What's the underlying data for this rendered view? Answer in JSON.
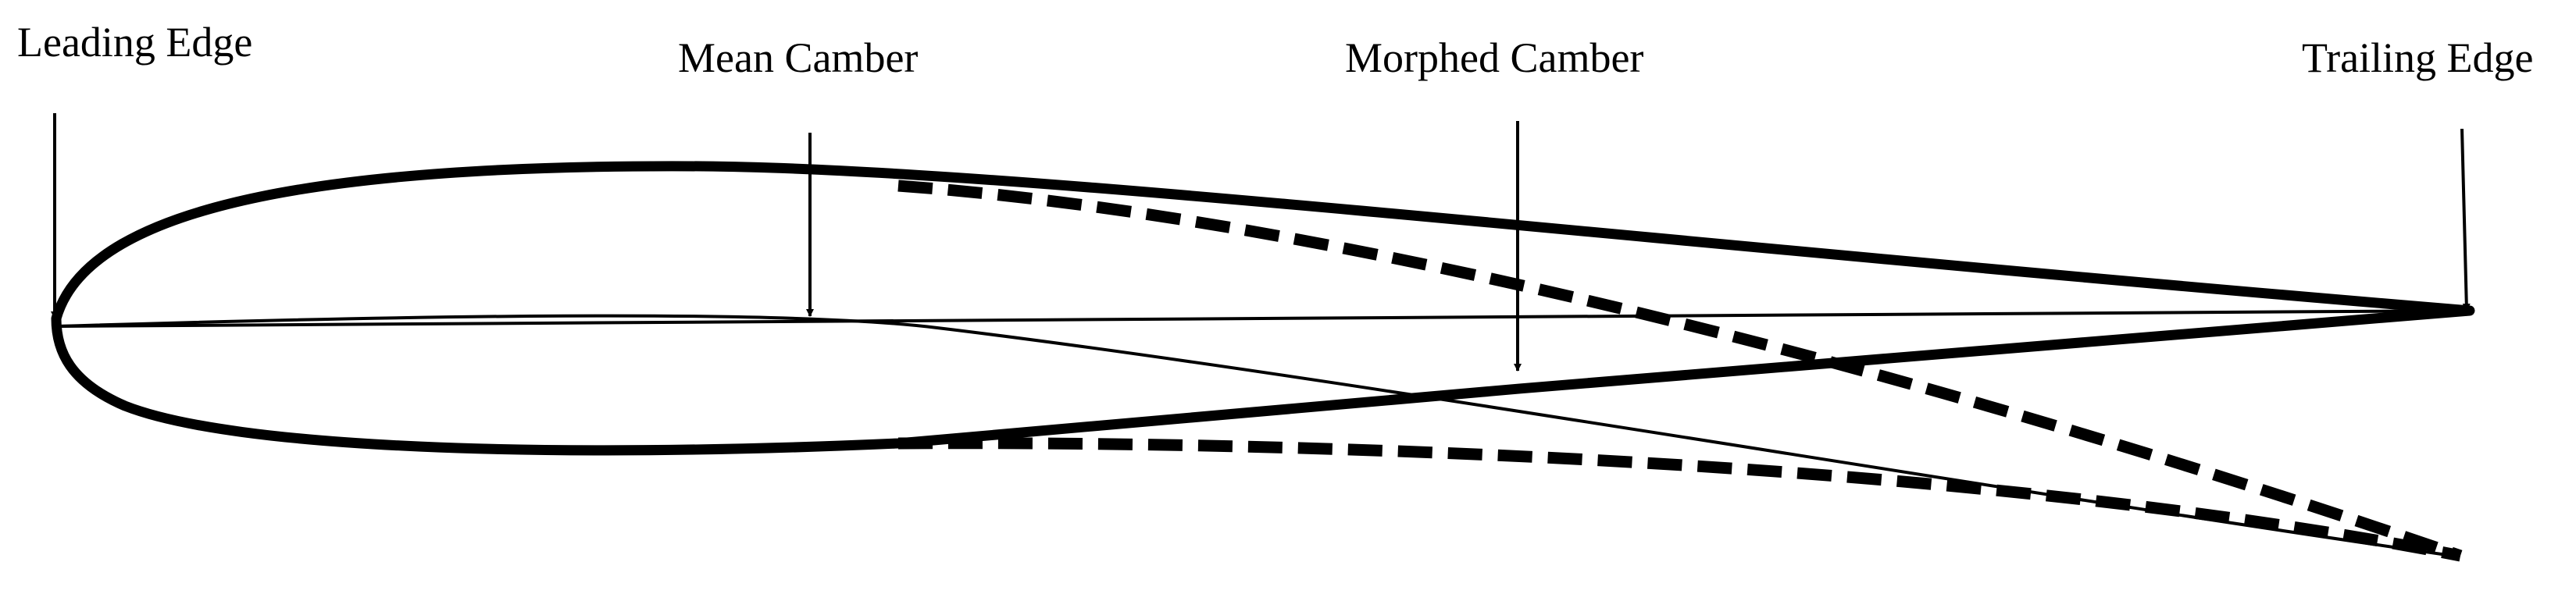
{
  "labels": {
    "leading_edge": "Leading Edge",
    "mean_camber": "Mean Camber",
    "morphed_camber": "Morphed Camber",
    "trailing_edge": "Trailing Edge"
  },
  "colors": {
    "ink": "#000000",
    "background": "#ffffff"
  }
}
